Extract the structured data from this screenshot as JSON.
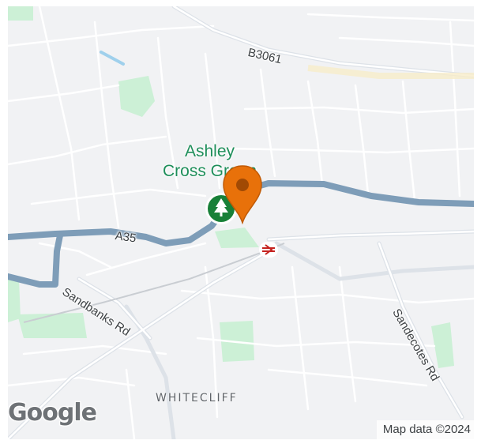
{
  "map": {
    "road_labels": {
      "b3061": "B3061",
      "a35": "A35",
      "sandbanks": "Sandbanks Rd",
      "sandecotes": "Sandecotes Rd"
    },
    "place_labels": {
      "park": "Ashley\nCross Green",
      "area": "WHITECLIFF"
    },
    "markers": {
      "selected": {
        "icon": "map-pin-icon",
        "color": "#e8710a"
      },
      "park": {
        "icon": "tree-icon",
        "color": "#188038"
      },
      "station": {
        "icon": "national-rail-icon",
        "color": "#c5221f"
      }
    },
    "branding": {
      "logo": "Google",
      "attribution": "Map data ©2024"
    },
    "colors": {
      "land": "#f1f2f4",
      "park": "#c6efd3",
      "major_road": "#7e9db8",
      "minor_road": "#ffffff",
      "water": "#9fd0ec"
    }
  }
}
